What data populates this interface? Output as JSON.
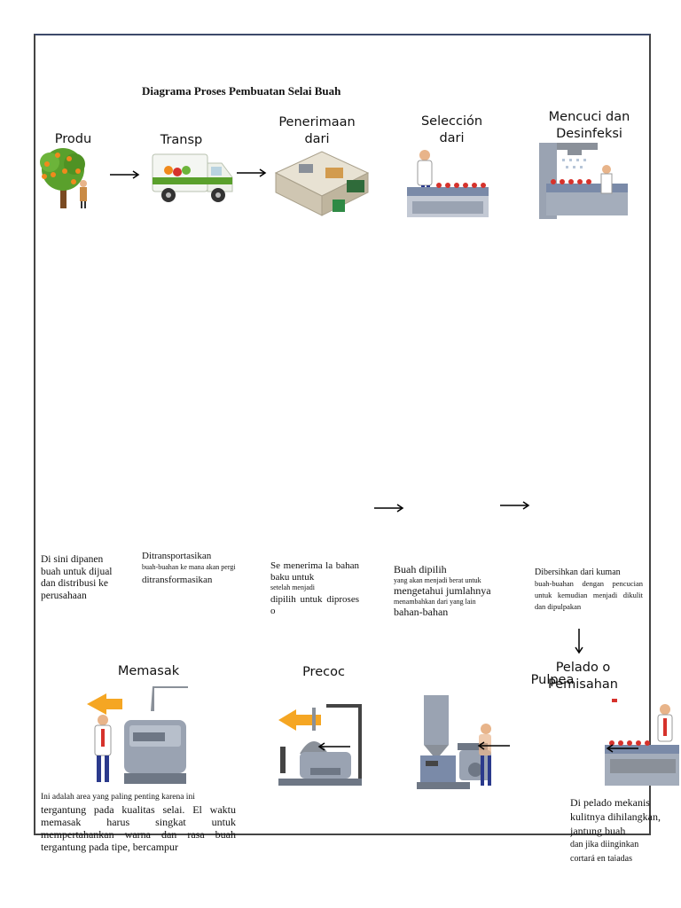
{
  "title": "Diagrama Proses Pembuatan Selai Buah",
  "steps_top": [
    {
      "label": "Produ",
      "icon": "orange-tree-icon"
    },
    {
      "label": "Transp",
      "icon": "delivery-truck-icon"
    },
    {
      "label": "Penerimaan dari",
      "icon": "reception-facility-icon"
    },
    {
      "label": "Selección dari",
      "icon": "selection-worker-icon"
    },
    {
      "label": "Mencuci dan Desinfeksi",
      "icon": "washing-machine-icon"
    }
  ],
  "steps_bottom": [
    {
      "label": "Memasak",
      "icon": "cooking-tank-icon"
    },
    {
      "label": "Precoc",
      "icon": "precook-kettle-icon"
    },
    {
      "label": "Pulpea",
      "icon": "pulper-machine-icon"
    },
    {
      "label": "Pelado o Pemisahan",
      "icon": "peeling-line-icon"
    }
  ],
  "descriptions": {
    "produ": "Di sini dipanen buah untuk dijual dan distribusi ke perusahaan",
    "transp_1": "Ditransportasikan",
    "transp_2": "buah-buahan ke mana akan pergi",
    "transp_3": "ditransformasikan",
    "penerimaan_1": "Se menerima la bahan baku untuk",
    "penerimaan_2": "setelah menjadi",
    "penerimaan_3": "dipilih untuk diproses o",
    "seleccion_1": "Buah dipilih",
    "seleccion_2": "yang akan menjadi berat untuk",
    "seleccion_3": "mengetahui jumlahnya",
    "seleccion_4": "menambahkan dari yang lain",
    "seleccion_5": "bahan-bahan",
    "mencuci_1": "Dibersihkan dari kuman",
    "mencuci_2": "buah-buahan dengan pencucian untuk kemudian menjadi dikulit dan dipulpakan",
    "memasak_1": "Ini adalah area yang paling penting karena ini",
    "memasak_2": "tergantung pada kualitas selai. El waktu memasak harus singkat untuk mempertahankan warna dan rasa buah tergantung pada tipe, bercampur",
    "pelado_1": "Di pelado mekanis kulitnya dihilangkan, jantung buah",
    "pelado_2": "dan jika diinginkan",
    "pelado_3": "cortará en tajadas"
  },
  "colors": {
    "frame": "#444444",
    "machine": "#8a9099",
    "accent_orange": "#f5a623",
    "tree_green": "#5aa02c",
    "fruit_orange": "#f08a1c"
  }
}
